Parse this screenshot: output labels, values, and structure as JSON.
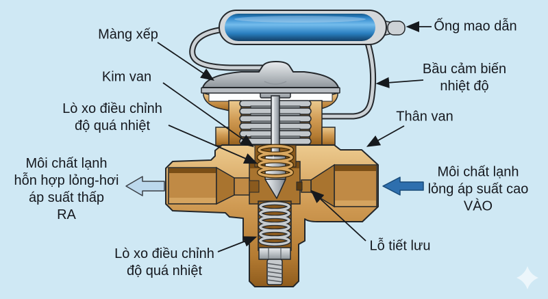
{
  "diagram": {
    "subject": "thermostatic-expansion-valve-cutaway",
    "labels": {
      "mang_xep": "Màng xếp",
      "kim_van": "Kim van",
      "lo_xo_tren": [
        "Lò xo điều chỉnh",
        "độ quá nhiệt"
      ],
      "outlet_flow": [
        "Môi chất lạnh",
        "hỗn hợp lỏng-hơi",
        "áp suất thấp",
        "RA"
      ],
      "lo_xo_duoi": [
        "Lò xo điều chỉnh",
        "độ quá nhiệt"
      ],
      "ong_mao_dan": "Ống mao dẫn",
      "bau_cam_bien": [
        "Bầu cảm biến",
        "nhiệt độ"
      ],
      "than_van": "Thân van",
      "inlet_flow": [
        "Môi chất lạnh",
        "lỏng áp suất cao",
        "VÀO"
      ],
      "lo_tiet_luu": "Lỗ tiết lưu"
    },
    "colors": {
      "background": "#cfe8f4",
      "valve_brass_light": "#ecca8e",
      "valve_brass_mid": "#d09b54",
      "valve_brass_dark": "#8f5c1d",
      "bore_brass": "#c08a45",
      "cavity_brass": "#8a5a1e",
      "metal_gray_light": "#e9ecef",
      "metal_gray_mid": "#c2c7cb",
      "sensing_bulb_blue": "#2f87cc",
      "inlet_arrow": "#2e6fae",
      "outlet_arrow": "#bcd8ec",
      "label_text": "#15181e",
      "outline": "#23272b"
    }
  }
}
